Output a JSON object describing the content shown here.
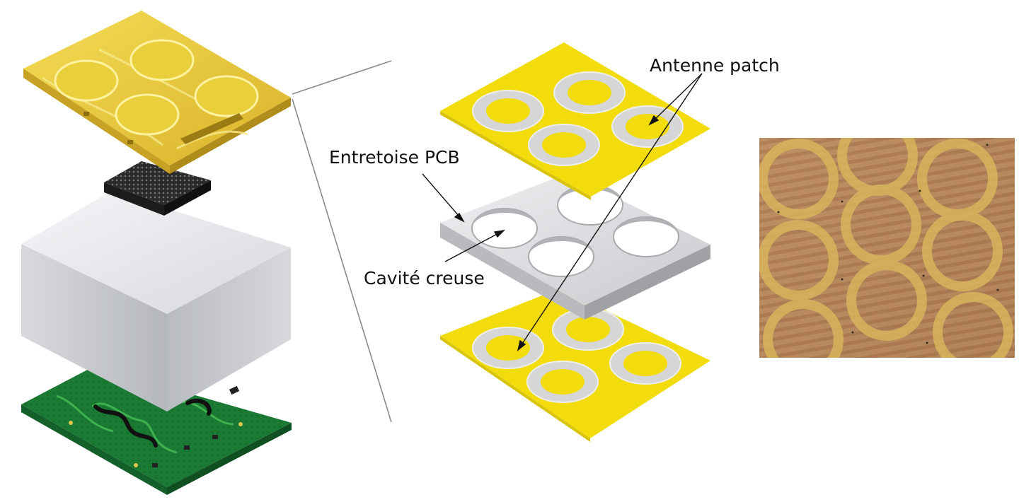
{
  "labels": {
    "antenna_patch": "Antenne patch",
    "pcb_spacer": "Entretoise PCB",
    "hollow_cavity": "Cavité creuse"
  },
  "colors": {
    "patch_yellow": "#f2dc0c",
    "ring_silver": "#d4d4d4",
    "spacer_grey": "#c8c9cc",
    "block_grey": "#c0c2c6",
    "pcb_green": "#1f8a3a",
    "chip_dark": "#2d2d2d",
    "module_gold": "#e9c93a",
    "photo_copper": "#b98a5e"
  }
}
